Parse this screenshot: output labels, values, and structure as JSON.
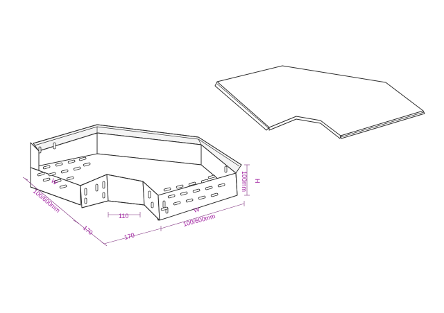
{
  "dimensions": {
    "left_w": "W",
    "left_range": "100/600mm",
    "left_170": "170",
    "inner_110": "110",
    "bottom_170": "170",
    "right_w": "W",
    "right_range": "100/600mm",
    "height_h": "H",
    "height_value": "100mm"
  },
  "colors": {
    "dimension_text": "#a020a0",
    "line": "#2b2b2b"
  }
}
